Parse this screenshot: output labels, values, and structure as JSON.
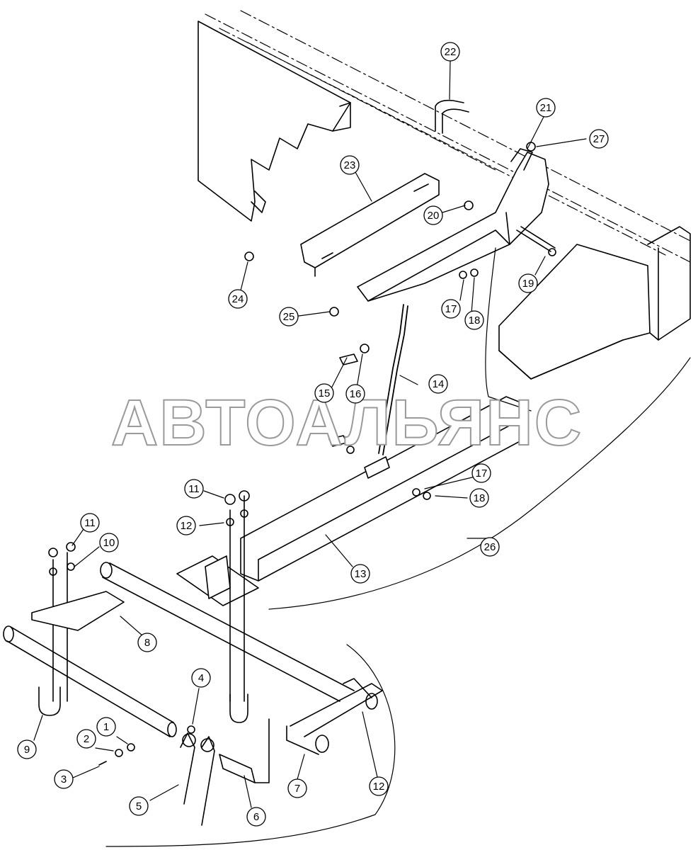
{
  "watermark": "АВТОАЛЬЯНС",
  "callouts": [
    {
      "label": "1"
    },
    {
      "label": "2"
    },
    {
      "label": "3"
    },
    {
      "label": "4"
    },
    {
      "label": "5"
    },
    {
      "label": "6"
    },
    {
      "label": "7"
    },
    {
      "label": "8"
    },
    {
      "label": "9"
    },
    {
      "label": "10"
    },
    {
      "label": "11"
    },
    {
      "label": "11"
    },
    {
      "label": "12"
    },
    {
      "label": "12"
    },
    {
      "label": "13"
    },
    {
      "label": "14"
    },
    {
      "label": "15"
    },
    {
      "label": "16"
    },
    {
      "label": "17"
    },
    {
      "label": "17"
    },
    {
      "label": "18"
    },
    {
      "label": "18"
    },
    {
      "label": "19"
    },
    {
      "label": "20"
    },
    {
      "label": "21"
    },
    {
      "label": "22"
    },
    {
      "label": "23"
    },
    {
      "label": "24"
    },
    {
      "label": "25"
    },
    {
      "label": "26"
    },
    {
      "label": "27"
    }
  ]
}
